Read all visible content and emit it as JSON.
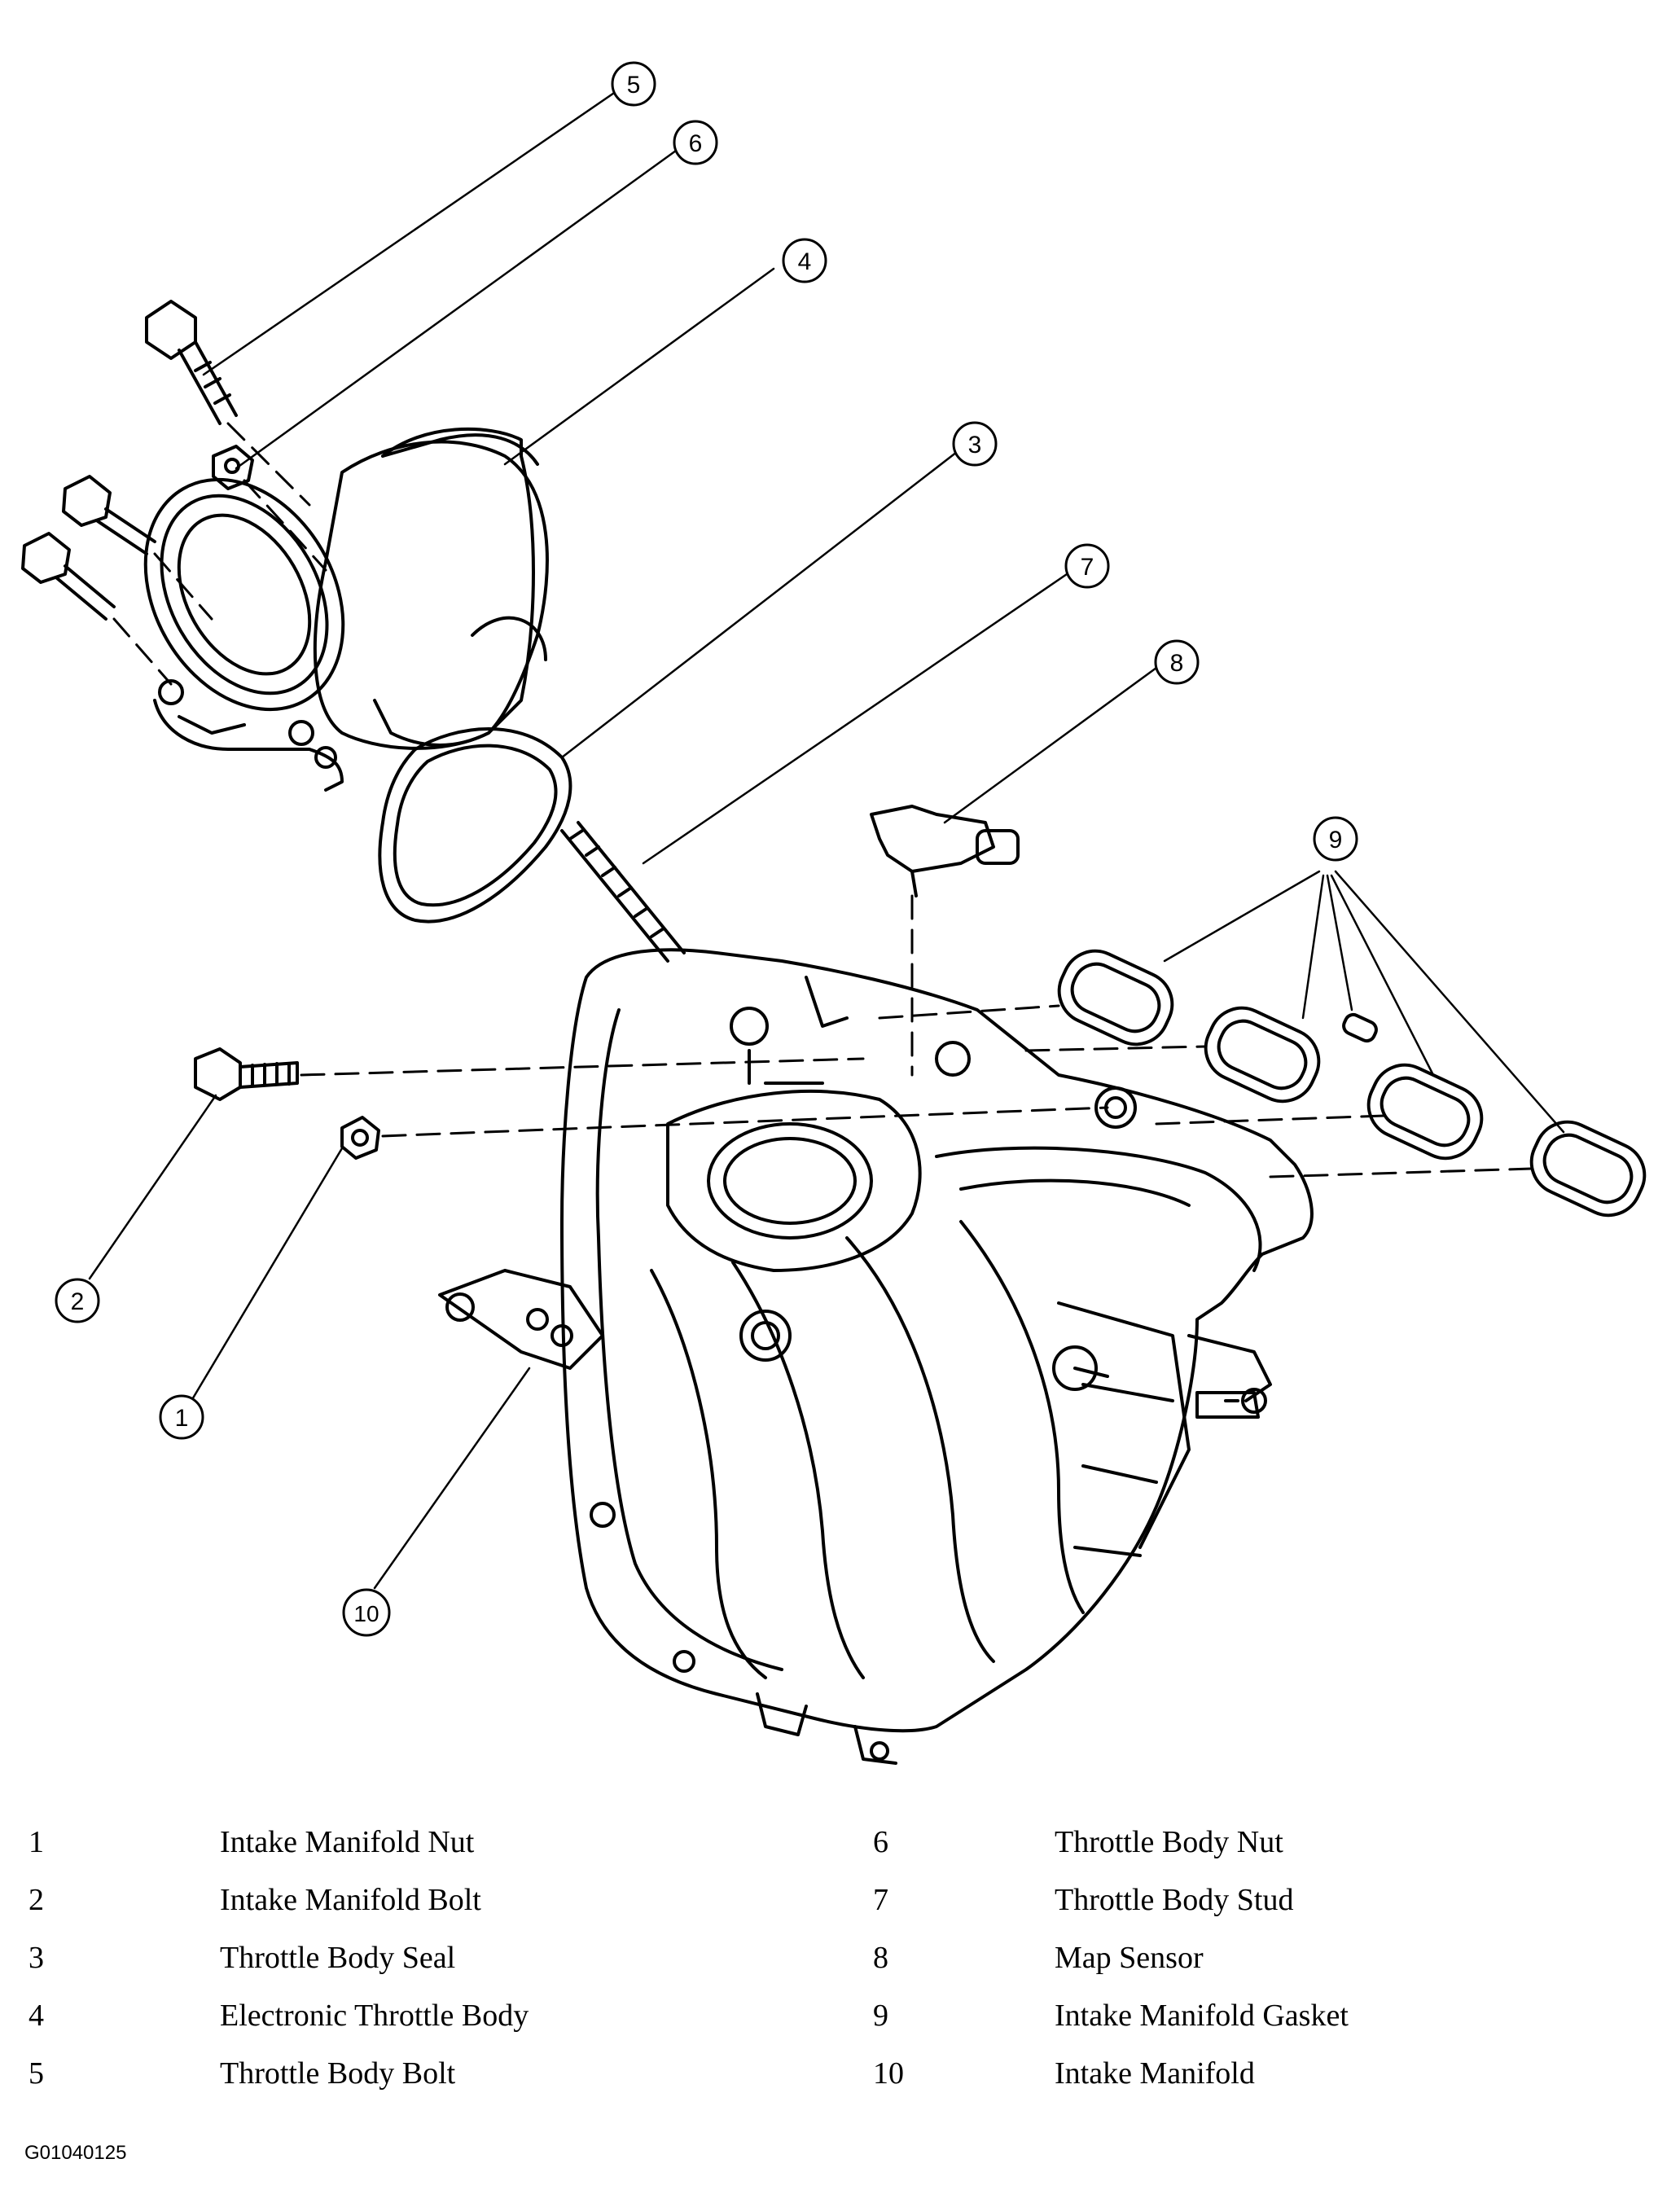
{
  "callouts": [
    "1",
    "2",
    "3",
    "4",
    "5",
    "6",
    "7",
    "8",
    "9",
    "10"
  ],
  "legend": [
    {
      "num": "1",
      "label": "Intake Manifold Nut"
    },
    {
      "num": "2",
      "label": "Intake Manifold Bolt"
    },
    {
      "num": "3",
      "label": "Throttle Body Seal"
    },
    {
      "num": "4",
      "label": "Electronic Throttle Body"
    },
    {
      "num": "5",
      "label": "Throttle Body Bolt"
    },
    {
      "num": "6",
      "label": "Throttle Body Nut"
    },
    {
      "num": "7",
      "label": "Throttle Body Stud"
    },
    {
      "num": "8",
      "label": "Map Sensor"
    },
    {
      "num": "9",
      "label": "Intake Manifold Gasket"
    },
    {
      "num": "10",
      "label": "Intake Manifold"
    }
  ],
  "figure_id": "G01040125",
  "colors": {
    "line": "#000000",
    "background": "#ffffff"
  }
}
